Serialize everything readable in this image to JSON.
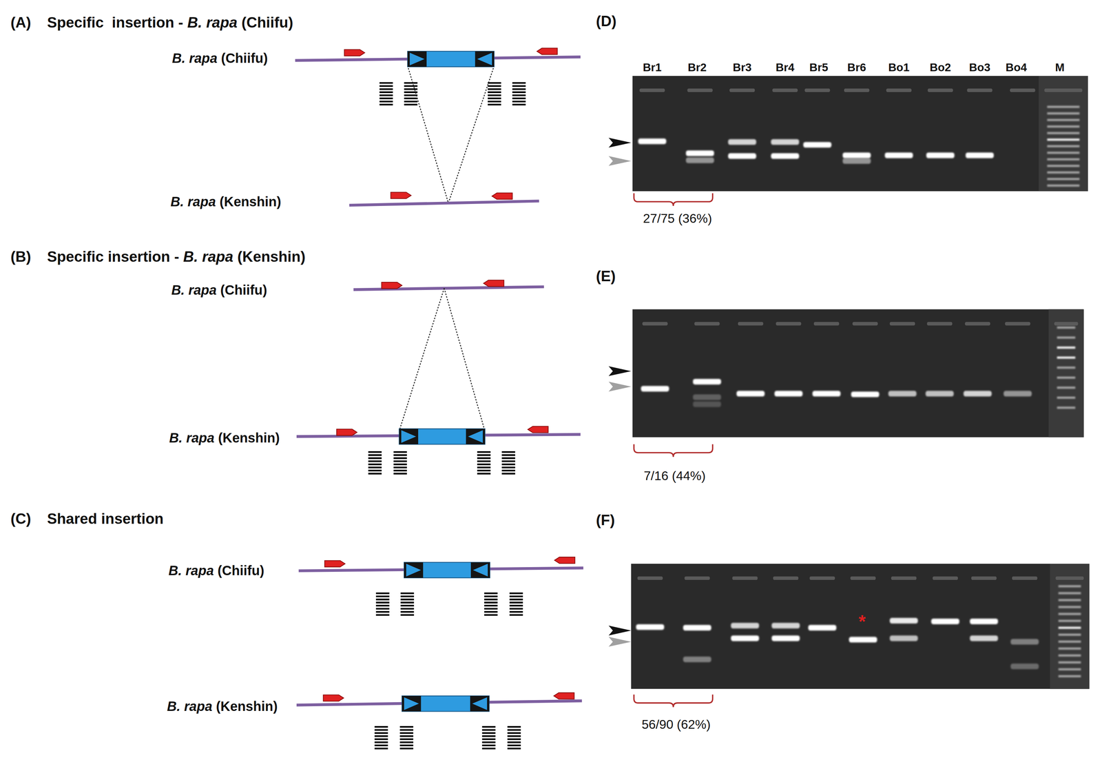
{
  "diagram": {
    "labels": [
      "(A)",
      "Specific  insertion -",
      "B. rapa",
      "(Chiifu)",
      "B. rapa",
      "(Chiifu)",
      "B. rapa",
      "(Kenshin)",
      "(B)",
      "Specific insertion -",
      "B. rapa",
      "(Kenshin)",
      "B. rapa",
      "(Chiifu)",
      "B. rapa",
      "(Kenshin)",
      "(C)",
      "Shared insertion",
      "B. rapa",
      "(Chiifu)",
      "B. rapa",
      "(Kenshin)",
      "(D)",
      "Br1",
      "Br2",
      "Br3",
      "Br4",
      "Br5",
      "Br6",
      "Bo1",
      "Bo2",
      "Bo3",
      "Bo4",
      "M",
      "27/75 (36%)",
      "(E)",
      "7/16 (44%)",
      "(F)",
      "*",
      "56/90 (62%)"
    ]
  }
}
